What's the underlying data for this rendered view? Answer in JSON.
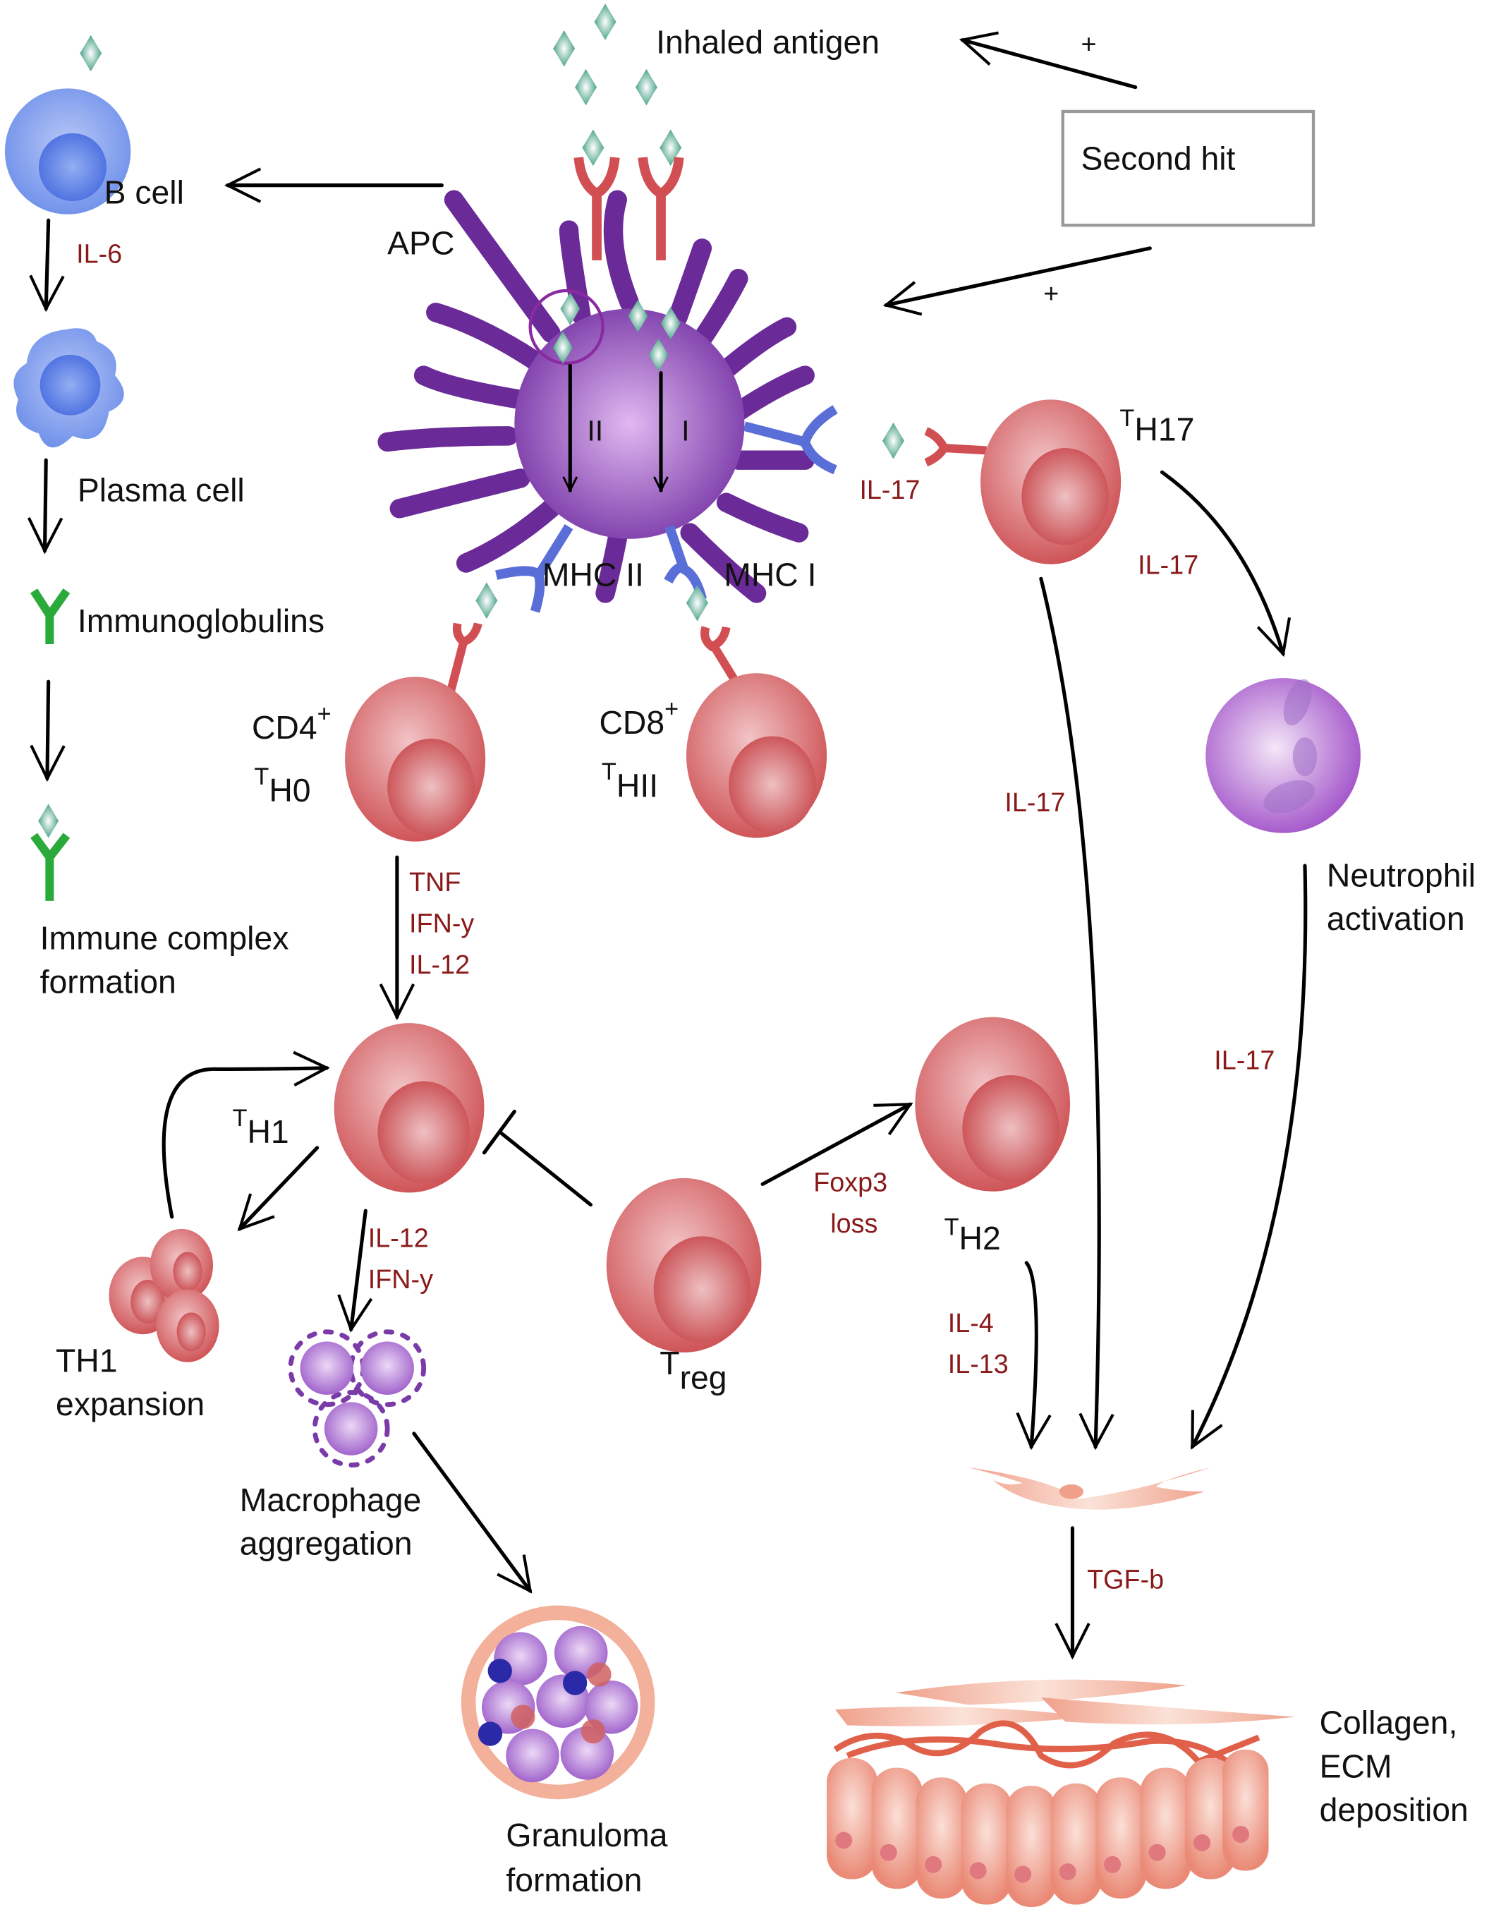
{
  "title": "Immune pathways: inhaled antigen to granuloma and fibrosis",
  "colors": {
    "text": "#111111",
    "cytokine": "#8a1a1a",
    "t_cell": "#d05a5e",
    "b_cell": "#5b82e6",
    "apc": "#7a3aa8",
    "antigen": "#3a9a7e",
    "mhc": "#5a6ed8",
    "immunoglobulin": "#2aaa3a",
    "fibroblast": "#f0a48a",
    "box_border": "#999999"
  },
  "top": {
    "inhaled_antigen": "Inhaled antigen",
    "second_hit": "Second hit",
    "plus_top": "+",
    "plus_bottom": "+"
  },
  "apc": {
    "label": "APC",
    "pathway_ii": "II",
    "pathway_i": "I",
    "mhc_ii": "MHC II",
    "mhc_i": "MHC I",
    "il17_receptor": "IL-17"
  },
  "b_lineage": {
    "b_cell": "B cell",
    "il6": "IL-6",
    "plasma_cell": "Plasma cell",
    "immunoglobulins": "Immunoglobulins",
    "immune_complex_1": "Immune complex",
    "immune_complex_2": "formation"
  },
  "t_cells": {
    "cd4_label": "CD4",
    "cd4_sup": "+",
    "th0_t": "T",
    "th0_sub": "H0",
    "cd8_label": "CD8",
    "cd8_sup": "+",
    "thii_t": "T",
    "thii_sub": "HII",
    "th17_t": "T",
    "th17_sub": "H17",
    "th1_t": "T",
    "th1_sub": "H1",
    "th2_t": "T",
    "th2_sub": "H2",
    "treg_t": "T",
    "treg_sub": "reg"
  },
  "cytokines": {
    "th0_to_th1": [
      "TNF",
      "IFN-y",
      "IL-12"
    ],
    "th1_to_macrophage": [
      "IL-12",
      "IFN-y"
    ],
    "th17_to_neutrophil": "IL-17",
    "th17_to_fibroblast": "IL-17",
    "neutrophil_to_fibroblast": "IL-17",
    "treg_to_th2": [
      "Foxp3",
      "loss"
    ],
    "th2_to_fibroblast": [
      "IL-4",
      "IL-13"
    ],
    "fibroblast_to_ecm": "TGF-b"
  },
  "outcomes": {
    "th1_expansion": [
      "TH1",
      "expansion"
    ],
    "macrophage_aggregation": [
      "Macrophage",
      "aggregation"
    ],
    "granuloma": [
      "Granuloma",
      "formation"
    ],
    "neutrophil_activation": [
      "Neutrophil",
      "activation"
    ],
    "collagen_deposition": [
      "Collagen,",
      "ECM",
      "deposition"
    ]
  }
}
